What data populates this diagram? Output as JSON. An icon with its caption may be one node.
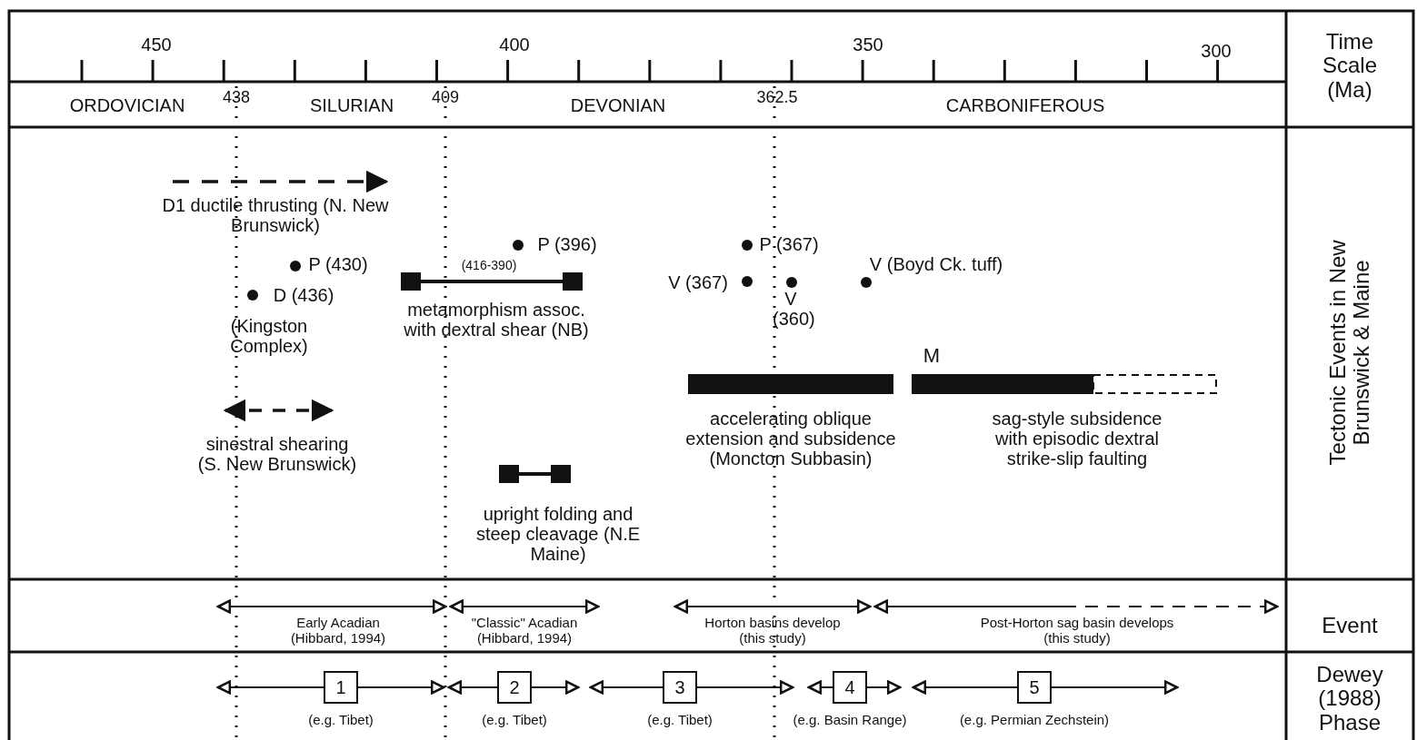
{
  "diagram": {
    "nodes": [
      {
        "text": [
          "1"
        ],
        "beside": [
          "(e.g. Tibet)"
        ]
      },
      {
        "text": [
          "2"
        ],
        "beside": [
          "(e.g. Tibet)"
        ]
      },
      {
        "text": [
          "3"
        ],
        "beside": [
          "(e.g. Tibet)"
        ]
      },
      {
        "text": [
          "4"
        ],
        "beside": [
          "(e.g. Basin Range)"
        ]
      },
      {
        "text": [
          "5"
        ],
        "beside": [
          "(e.g. Permian Zechstein)"
        ]
      },
      {
        "text": [],
        "shape": "bar"
      },
      {
        "text": [],
        "shape": "bar"
      },
      {
        "text": [],
        "shape": "box"
      }
    ],
    "labels": [
      "450",
      "400",
      "350",
      "300",
      "Time Scale (Ma)",
      "ORDOVICIAN",
      "438",
      "SILURIAN",
      "409",
      "DEVONIAN",
      "362.5",
      "CARBONIFEROUS",
      "D1 ductile thrusting (N. New Brunswick)",
      "P (396)",
      "P (367)",
      "P (430)",
      "(416-390)",
      "V (Boyd Ck. tuff)",
      "D (436)",
      "metamorphism assoc. with dextral shear (NB)",
      "V (367)",
      "V (360)",
      "(Kingston Complex)",
      "M",
      "accelerating oblique extension and subsidence (Moncton Subbasin)",
      "sag-style subsidence with episodic dextral strike-slip faulting",
      "sinestral shearing (S. New Brunswick)",
      "upright folding and steep cleavage (N.E Maine)",
      "Tectonic Events in New Brunswick & Maine",
      "Early Acadian (Hibbard, 1994)",
      "\"Classic\" Acadian (Hibbard, 1994)",
      "Horton basins develop (this study)",
      "Post-Horton sag basin develops (this study)",
      "Event",
      "Dewey (1988) Phase"
    ]
  }
}
